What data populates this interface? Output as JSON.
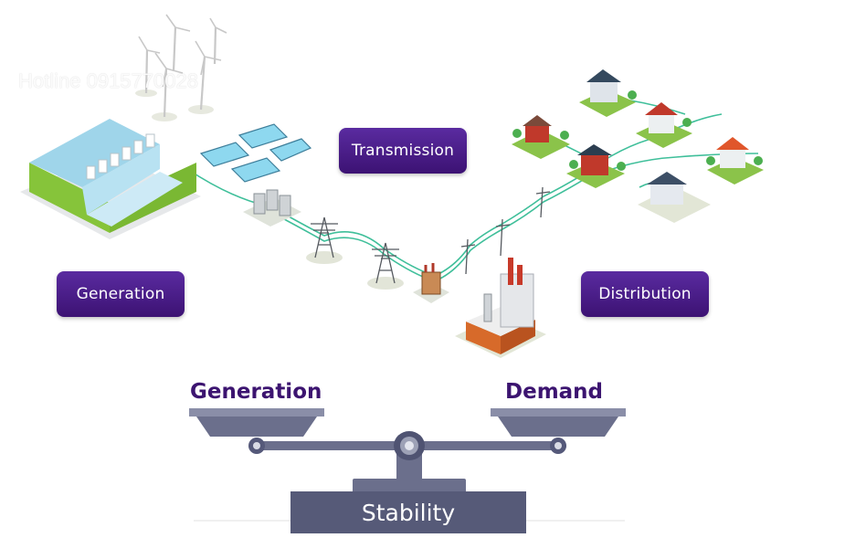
{
  "watermark": {
    "text": "Hotline 0915770028"
  },
  "labels": {
    "transmission": "Transmission",
    "generation": "Generation",
    "distribution": "Distribution"
  },
  "scale": {
    "left_label": "Generation",
    "right_label": "Demand",
    "base_label": "Stability"
  },
  "colors": {
    "pill": "#4a1d8c",
    "scale_label": "#3c1470",
    "scale_metal": "#6b6f8c",
    "line": "#3fbf9a"
  }
}
